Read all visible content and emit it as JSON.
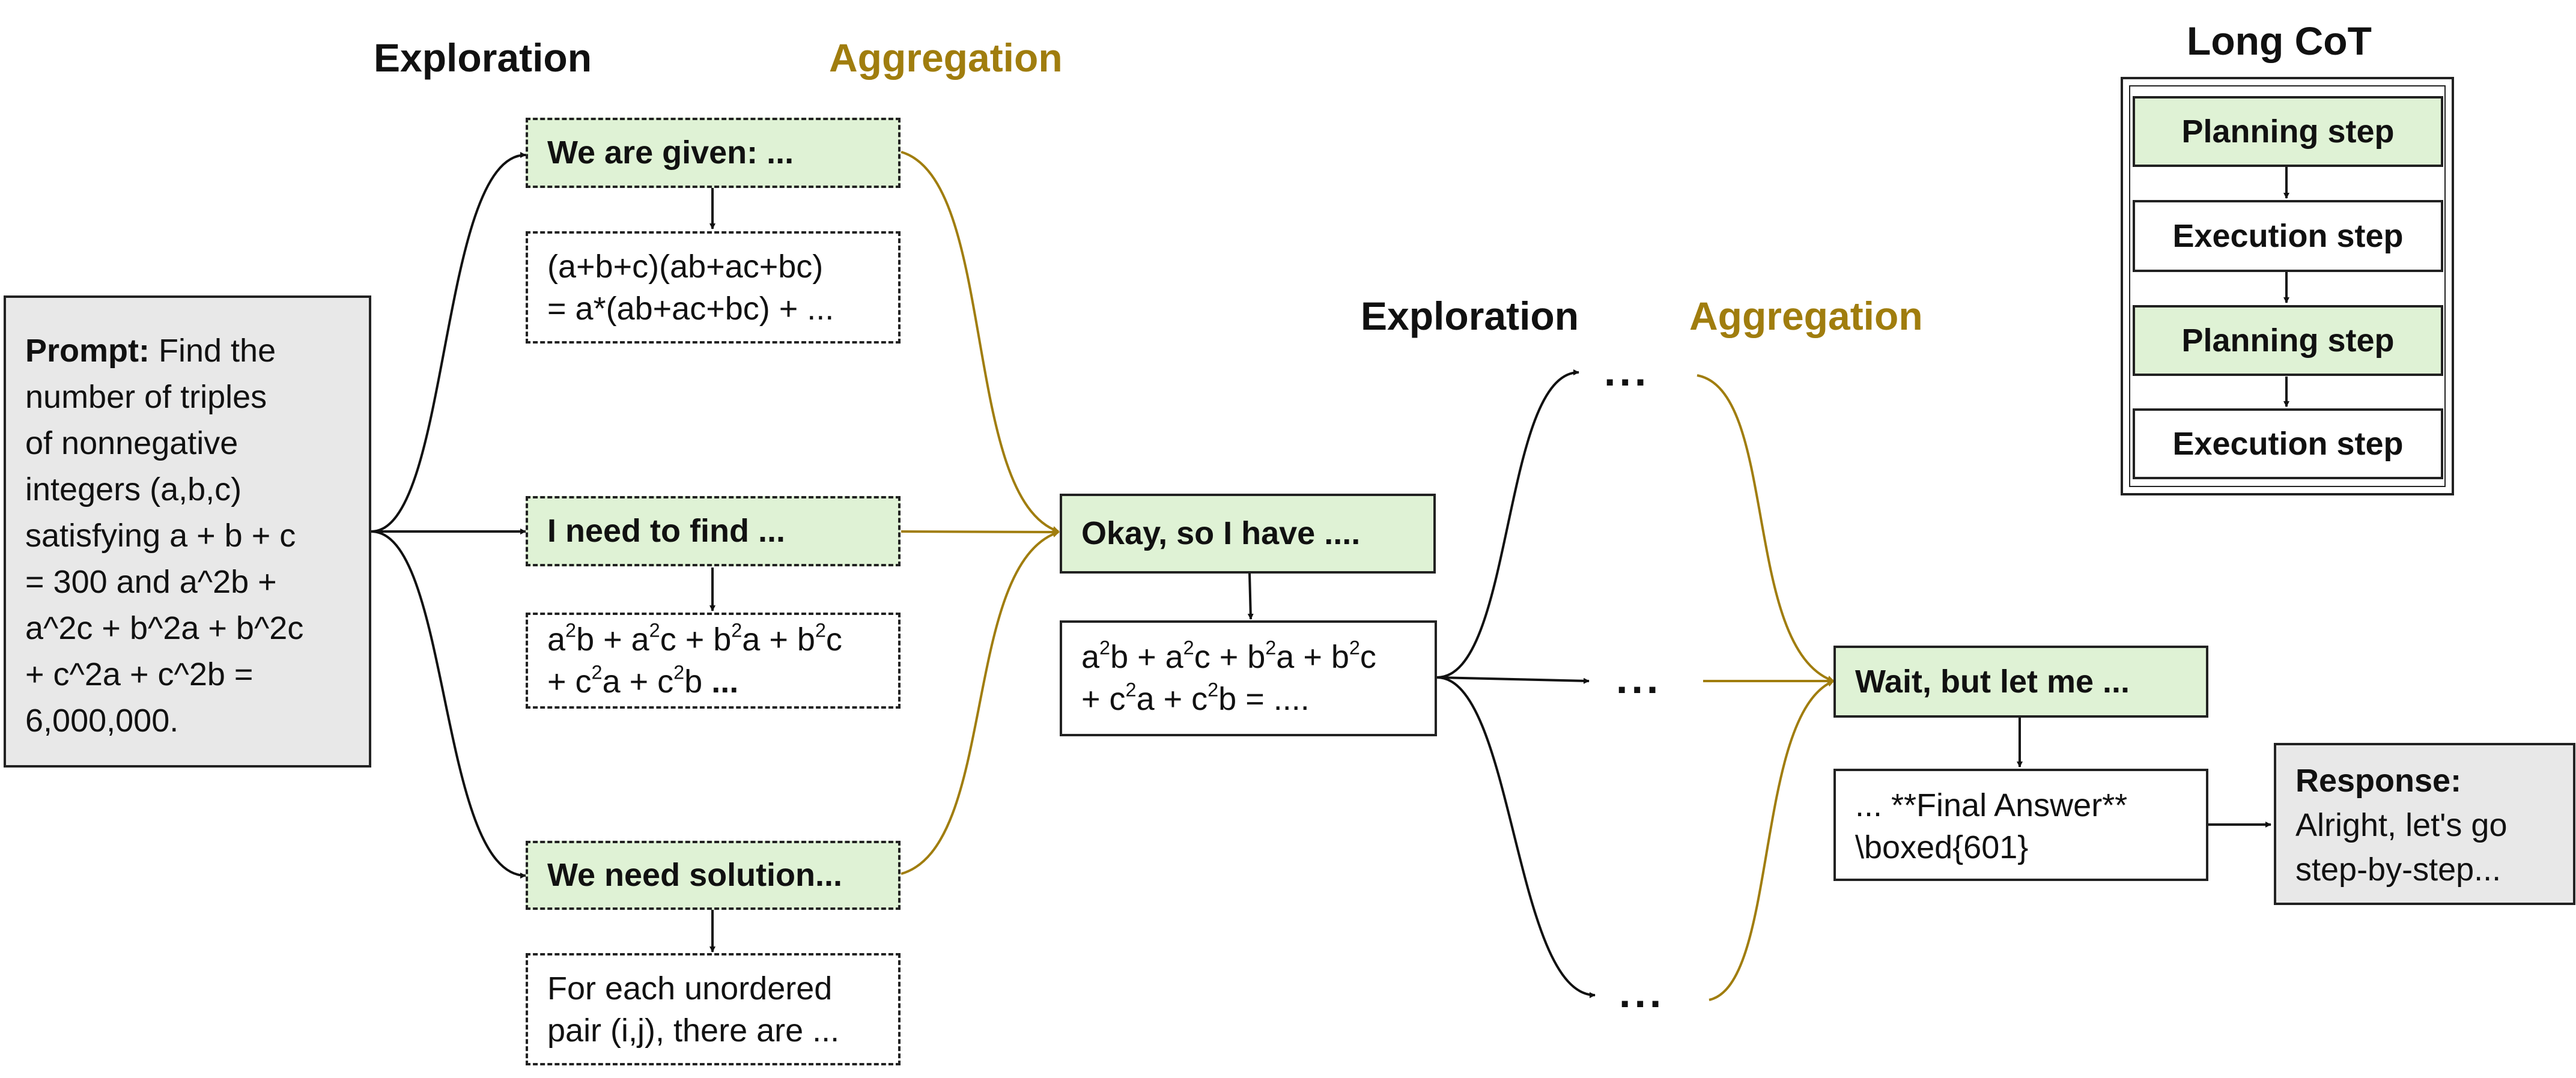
{
  "left_section": {
    "exploration_label": "Exploration",
    "aggregation_label": "Aggregation"
  },
  "right_section": {
    "exploration_label": "Exploration",
    "aggregation_label": "Aggregation"
  },
  "prompt": {
    "label": "Prompt:",
    "text_lines": [
      " Find the",
      "number of triples",
      "of nonnegative",
      "integers (a,b,c)",
      "satisfying a + b + c",
      "= 300 and a^2b +",
      "a^2c + b^2a + b^2c",
      "+ c^2a + c^2b =",
      "6,000,000."
    ]
  },
  "branches": [
    {
      "head": "We are given: ...",
      "body_lines": [
        "(a+b+c)(ab+ac+bc)",
        "= a*(ab+ac+bc)  + ..."
      ]
    },
    {
      "head": "I need to find ...",
      "body_lines": [
        "a^2b + a^2c + b^2a + b^2c",
        "+ c^2a + c^2b ..."
      ]
    },
    {
      "head": "We need solution...",
      "body_lines": [
        "For each unordered",
        "pair (i,j), there are ..."
      ]
    }
  ],
  "aggregate_1": {
    "head": "Okay, so I have  ....",
    "body_lines": [
      "a^2b + a^2c + b^2a + b^2c",
      "+ c^2a + c^2b = ...."
    ]
  },
  "ellipsis": "...",
  "aggregate_2": {
    "head": "Wait, but let me  ...",
    "body_lines": [
      "... **Final Answer**",
      "\\boxed{601}"
    ]
  },
  "response": {
    "label": "Response:",
    "text_lines": [
      "Alright, let's go",
      "step-by-step..."
    ]
  },
  "long_cot": {
    "title": "Long CoT",
    "steps": [
      "Planning step",
      "Execution step",
      "Planning step",
      "Execution step"
    ]
  },
  "colors": {
    "aggregation": "#a07d0e",
    "step_fill": "#dff2d5",
    "prompt_fill": "#e8e8e8"
  }
}
